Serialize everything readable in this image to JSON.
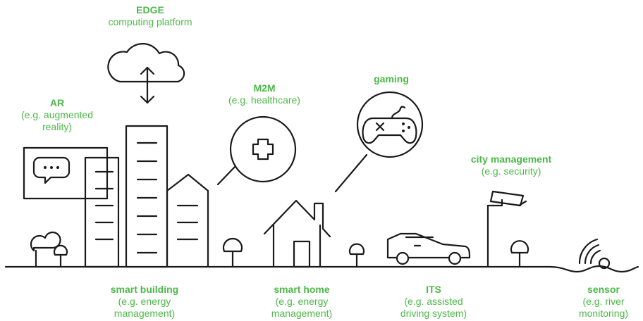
{
  "accent_color": "#4cb848",
  "labels": {
    "edge": {
      "title": "EDGE",
      "subtitle": "computing platform"
    },
    "ar": {
      "title": "AR",
      "subtitle_1": "(e.g. augmented",
      "subtitle_2": "reality)"
    },
    "m2m": {
      "title": "M2M",
      "subtitle": "(e.g. healthcare)"
    },
    "gaming": {
      "title": "gaming"
    },
    "city": {
      "title": "city management",
      "subtitle": "(e.g. security)"
    },
    "building": {
      "title": "smart building",
      "subtitle_1": "(e.g. energy",
      "subtitle_2": "management)"
    },
    "home": {
      "title": "smart home",
      "subtitle_1": "(e.g. energy",
      "subtitle_2": "management)"
    },
    "its": {
      "title": "ITS",
      "subtitle_1": "(e.g. assisted",
      "subtitle_2": "driving system)"
    },
    "sensor": {
      "title": "sensor",
      "subtitle_1": "(e.g. river",
      "subtitle_2": "monitoring)"
    }
  },
  "icons": [
    "cloud-icon",
    "speech-bubble-icon",
    "medical-cross-icon",
    "gamepad-icon",
    "security-camera-icon",
    "car-icon",
    "house-icon",
    "tree-icon",
    "sensor-icon"
  ]
}
